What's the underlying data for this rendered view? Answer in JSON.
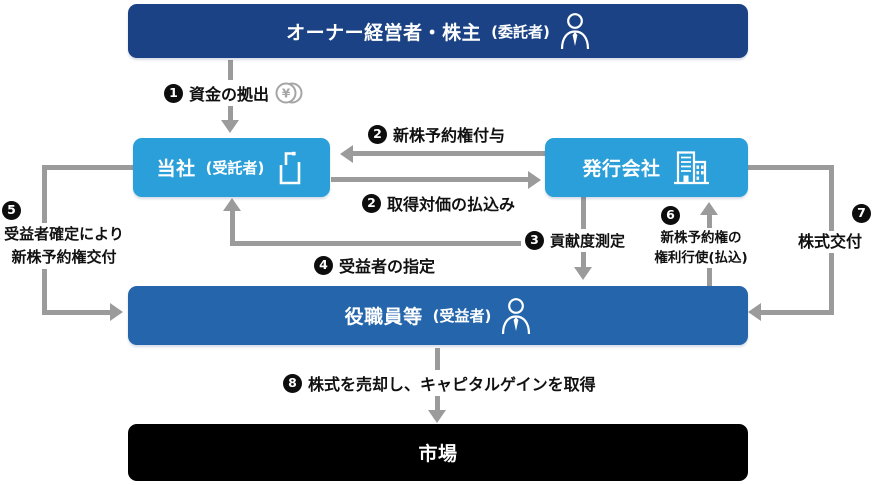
{
  "colors": {
    "navy": "#1A4284",
    "light_blue": "#2B9FD9",
    "mid_blue": "#2465AB",
    "market_black": "#000000",
    "arrow_gray": "#9B9B9B",
    "label_text": "#111111"
  },
  "nodes": {
    "owner": {
      "label": "オーナー経営者・株主",
      "sub": "(委託者)",
      "icon": "person"
    },
    "trustee": {
      "label": "当社",
      "sub": "(受託者)",
      "icon": "flag"
    },
    "issuer": {
      "label": "発行会社",
      "icon": "building"
    },
    "employees": {
      "label": "役職員等",
      "sub": "(受益者)",
      "icon": "person"
    },
    "market": {
      "label": "市場"
    }
  },
  "flows": {
    "f1": {
      "num": "1",
      "label": "資金の拠出",
      "icon": "yen-coins",
      "from": "owner",
      "to": "trustee",
      "direction": "down"
    },
    "f2a": {
      "num": "2",
      "label": "新株予約権付与",
      "from": "issuer",
      "to": "trustee",
      "direction": "left"
    },
    "f2b": {
      "num": "2",
      "label": "取得対価の払込み",
      "from": "trustee",
      "to": "issuer",
      "direction": "right"
    },
    "f3": {
      "num": "3",
      "label": "貢献度測定",
      "from": "issuer",
      "to": "employees",
      "direction": "down"
    },
    "f4": {
      "num": "4",
      "label": "受益者の指定",
      "from": "issuer",
      "to": "trustee",
      "direction": "up"
    },
    "f5": {
      "num": "5",
      "line1": "受益者確定により",
      "line2": "新株予約権交付",
      "from": "trustee",
      "to": "employees",
      "direction": "right"
    },
    "f6": {
      "num": "6",
      "line1": "新株予約権の",
      "line2": "権利行使(払込)",
      "from": "employees",
      "to": "issuer",
      "direction": "up"
    },
    "f7": {
      "num": "7",
      "label": "株式交付",
      "from": "issuer",
      "to": "employees",
      "direction": "left"
    },
    "f8": {
      "num": "8",
      "label": "株式を売却し、キャピタルゲインを取得",
      "from": "employees",
      "to": "market",
      "direction": "down"
    }
  }
}
